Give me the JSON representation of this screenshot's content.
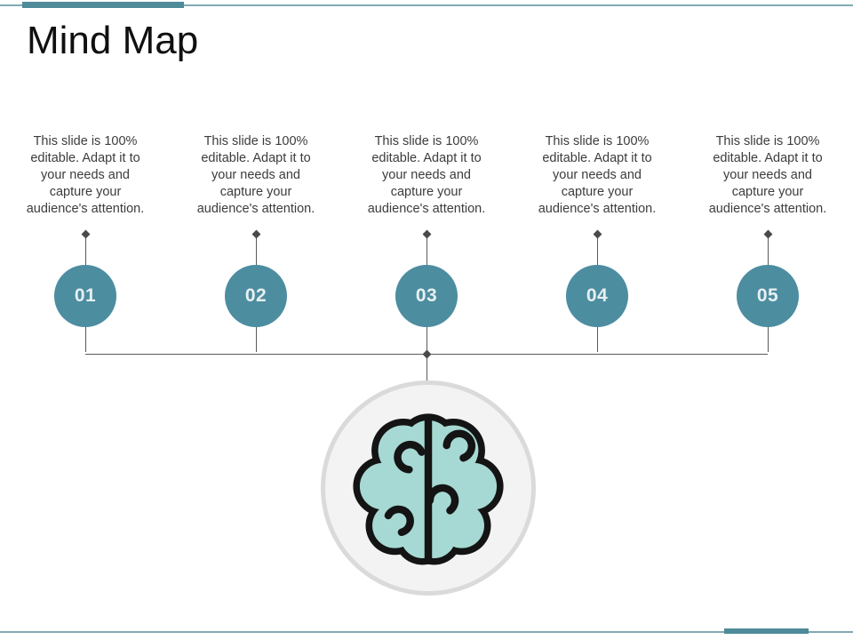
{
  "slide": {
    "title": "Mind Map",
    "columns": [
      {
        "number": "01",
        "lines": [
          "This slide is 100%",
          "editable. Adapt it to",
          "your needs and",
          "capture your",
          "audience's attention."
        ]
      },
      {
        "number": "02",
        "lines": [
          "This slide is 100%",
          "editable. Adapt it to",
          "your needs and",
          "capture your",
          "audience's attention."
        ]
      },
      {
        "number": "03",
        "lines": [
          "This slide is 100%",
          "editable. Adapt it to",
          "your needs and",
          "capture your",
          "audience's attention."
        ]
      },
      {
        "number": "04",
        "lines": [
          "This slide is 100%",
          "editable. Adapt it to",
          "your needs and",
          "capture your",
          "audience's attention."
        ]
      },
      {
        "number": "05",
        "lines": [
          "This slide is 100%",
          "editable. Adapt it to",
          "your needs and",
          "capture your",
          "audience's attention."
        ]
      }
    ],
    "hub": {
      "icon": "brain-icon"
    },
    "colors": {
      "accent_bar": "#4F8B99",
      "accent_line": "#7FABB2",
      "node_fill": "#4C8DA0",
      "node_number_text": "#E8F0F2",
      "body_text": "#3C3C3C",
      "connector": "#5A5A5A",
      "hub_fill": "#F3F3F3",
      "hub_ring": "#DADADA",
      "brain_fill": "#A6D9D3",
      "brain_outline": "#141414"
    }
  }
}
